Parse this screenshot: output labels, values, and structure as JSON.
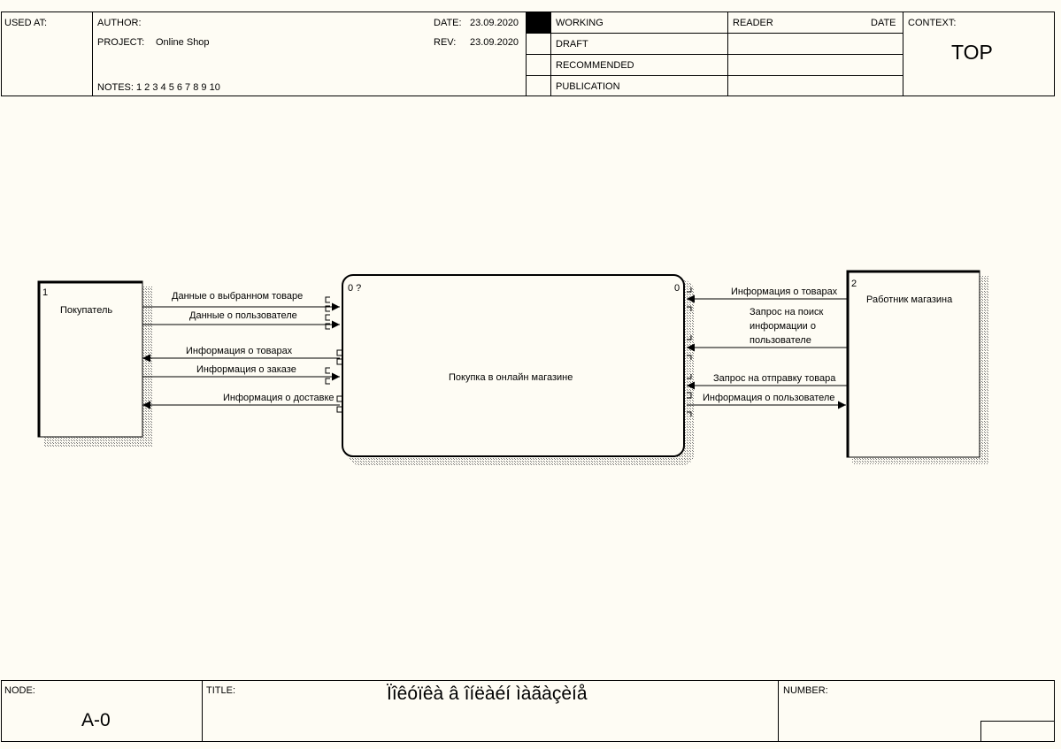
{
  "header": {
    "used_at": "USED AT:",
    "author": "AUTHOR:",
    "project_label": "PROJECT:",
    "project_value": "Online Shop",
    "notes": "NOTES:  1  2  3  4  5  6  7  8  9  10",
    "date_label": "DATE:",
    "date_value": "23.09.2020",
    "rev_label": "REV:",
    "rev_value": "23.09.2020",
    "status_items": [
      "WORKING",
      "DRAFT",
      "RECOMMENDED",
      "PUBLICATION"
    ],
    "reader": "READER",
    "reader_date": "DATE",
    "context_label": "CONTEXT:",
    "context_value": "TOP"
  },
  "diagram": {
    "entities": [
      {
        "number": "1",
        "name": "Покупатель"
      },
      {
        "number": "2",
        "name": "Работник магазина"
      }
    ],
    "process": {
      "name": "Покупка в онлайн магазине",
      "number_left": "0 ?",
      "number_right": "0"
    },
    "flows_left": [
      "Данные о выбранном товаре",
      "Данные о пользователе",
      "Информация о товарах",
      "Информация о заказе",
      "Информация о доставке"
    ],
    "flows_right": [
      "Информация о товарах",
      "Запрос на поиск",
      "информации о",
      "пользователе",
      "Запрос на отправку товара",
      "Информация о пользователе"
    ]
  },
  "footer": {
    "node_label": "NODE:",
    "node_value": "A-0",
    "title_label": "TITLE:",
    "title_value": "Ïîêóïêà â îíëàéí ìàãàçèíå",
    "number_label": "NUMBER:"
  }
}
